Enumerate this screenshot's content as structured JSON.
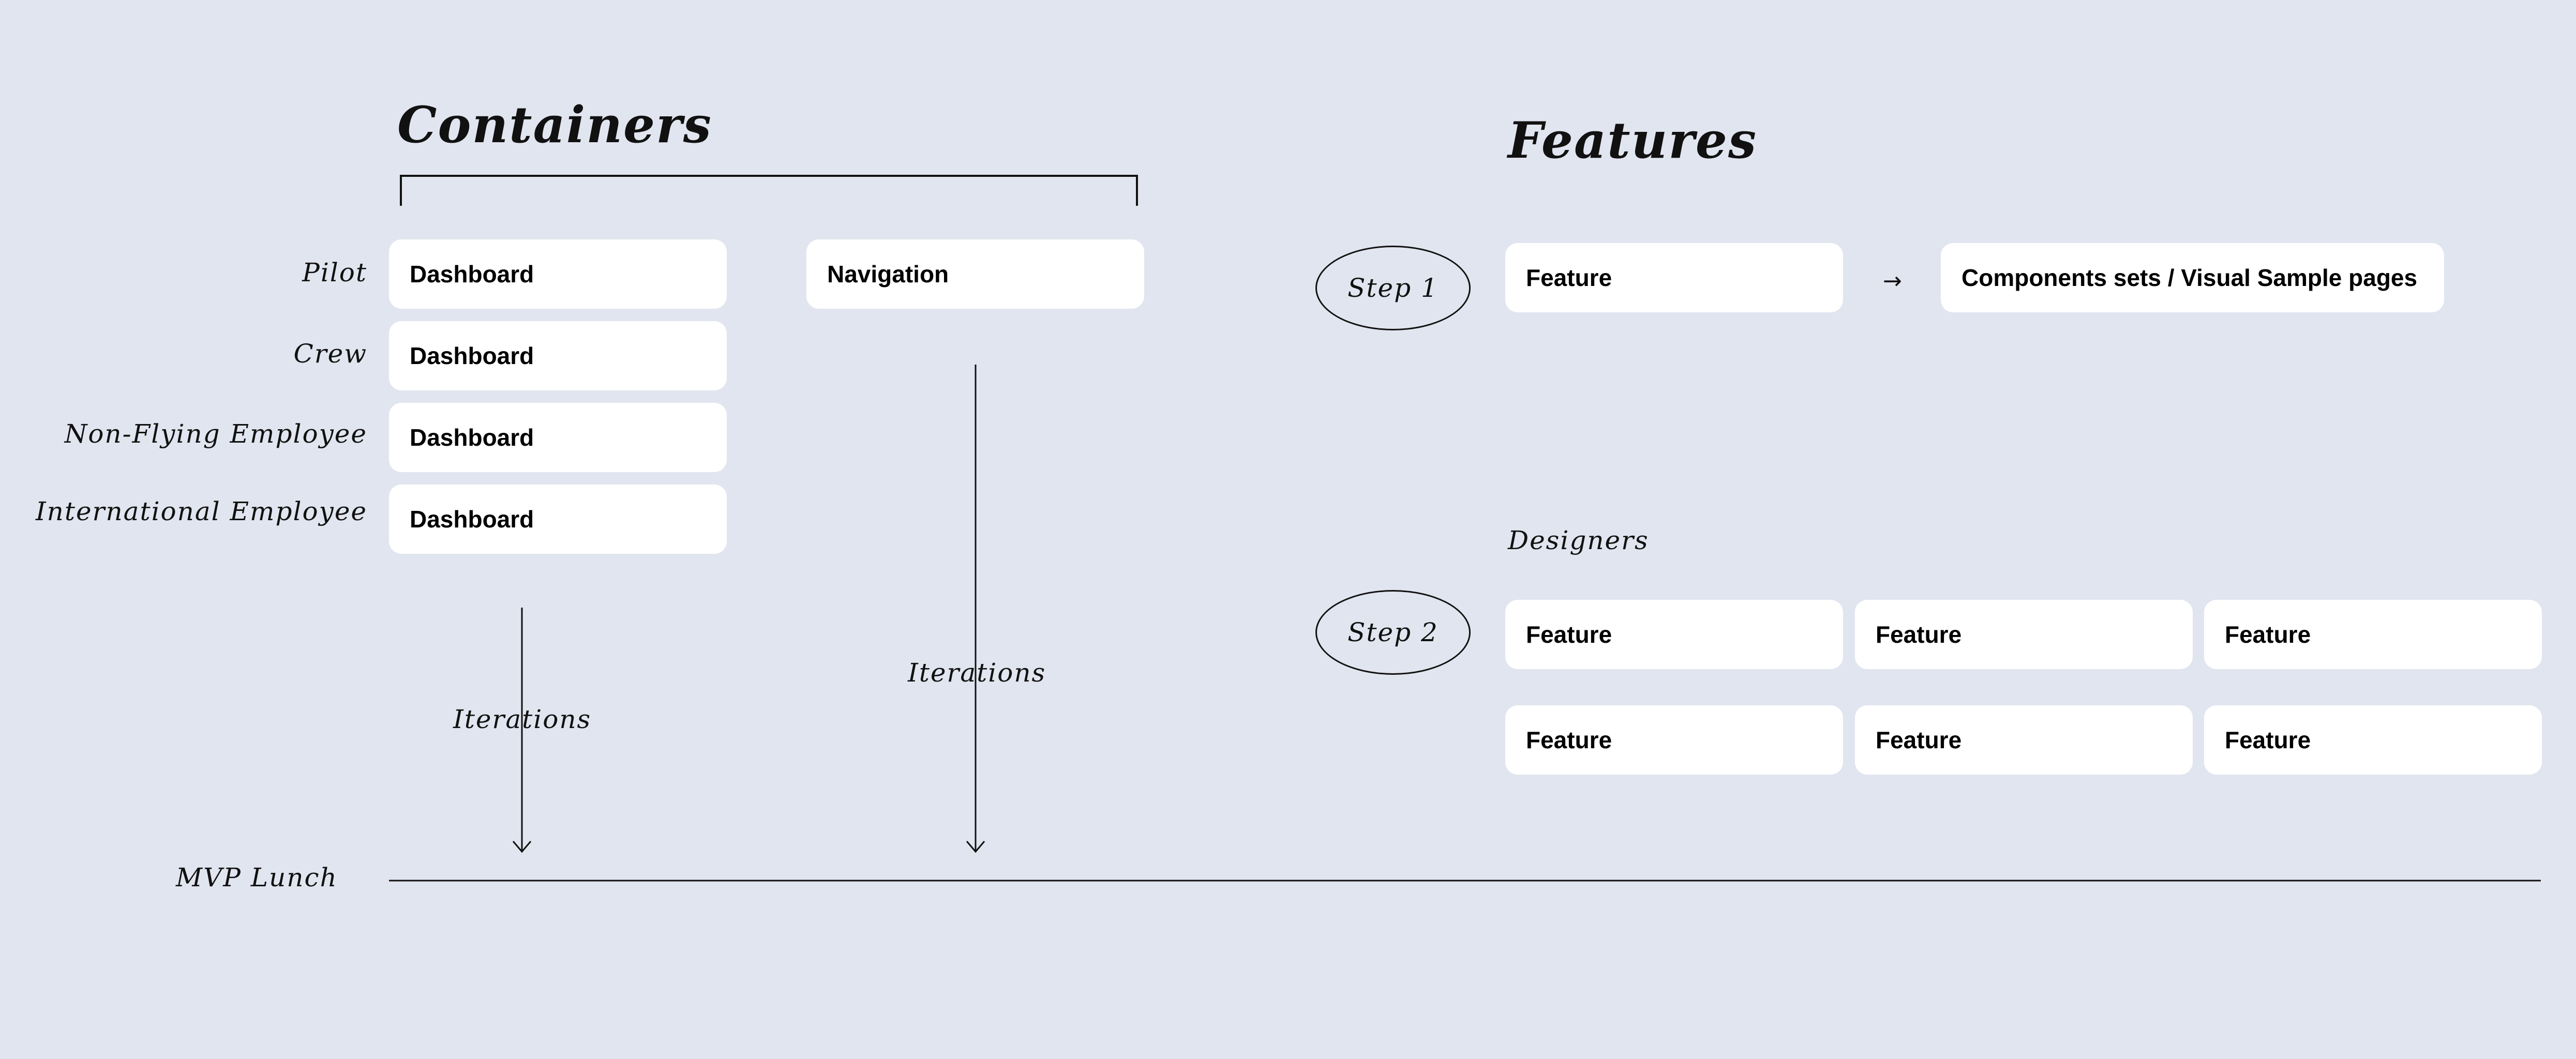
{
  "containers": {
    "title": "Containers",
    "rows": [
      {
        "role": "Pilot",
        "card": "Dashboard"
      },
      {
        "role": "Crew",
        "card": "Dashboard"
      },
      {
        "role": "Non-Flying Employee",
        "card": "Dashboard"
      },
      {
        "role": "International Employee",
        "card": "Dashboard"
      }
    ],
    "navigation_card": "Navigation",
    "iterations_left": "Iterations",
    "iterations_right": "Iterations"
  },
  "features": {
    "title": "Features",
    "step1": {
      "label": "Step 1",
      "card": "Feature",
      "arrow_icon": "right-arrow-icon",
      "target_card": "Components sets / Visual Sample pages"
    },
    "designers_label": "Designers",
    "step2": {
      "label": "Step 2",
      "cards": [
        "Feature",
        "Feature",
        "Feature",
        "Feature",
        "Feature",
        "Feature"
      ]
    }
  },
  "timeline": {
    "label": "MVP Lunch"
  },
  "colors": {
    "background": "#e1e5ef",
    "card": "#ffffff",
    "ink": "#111111"
  }
}
